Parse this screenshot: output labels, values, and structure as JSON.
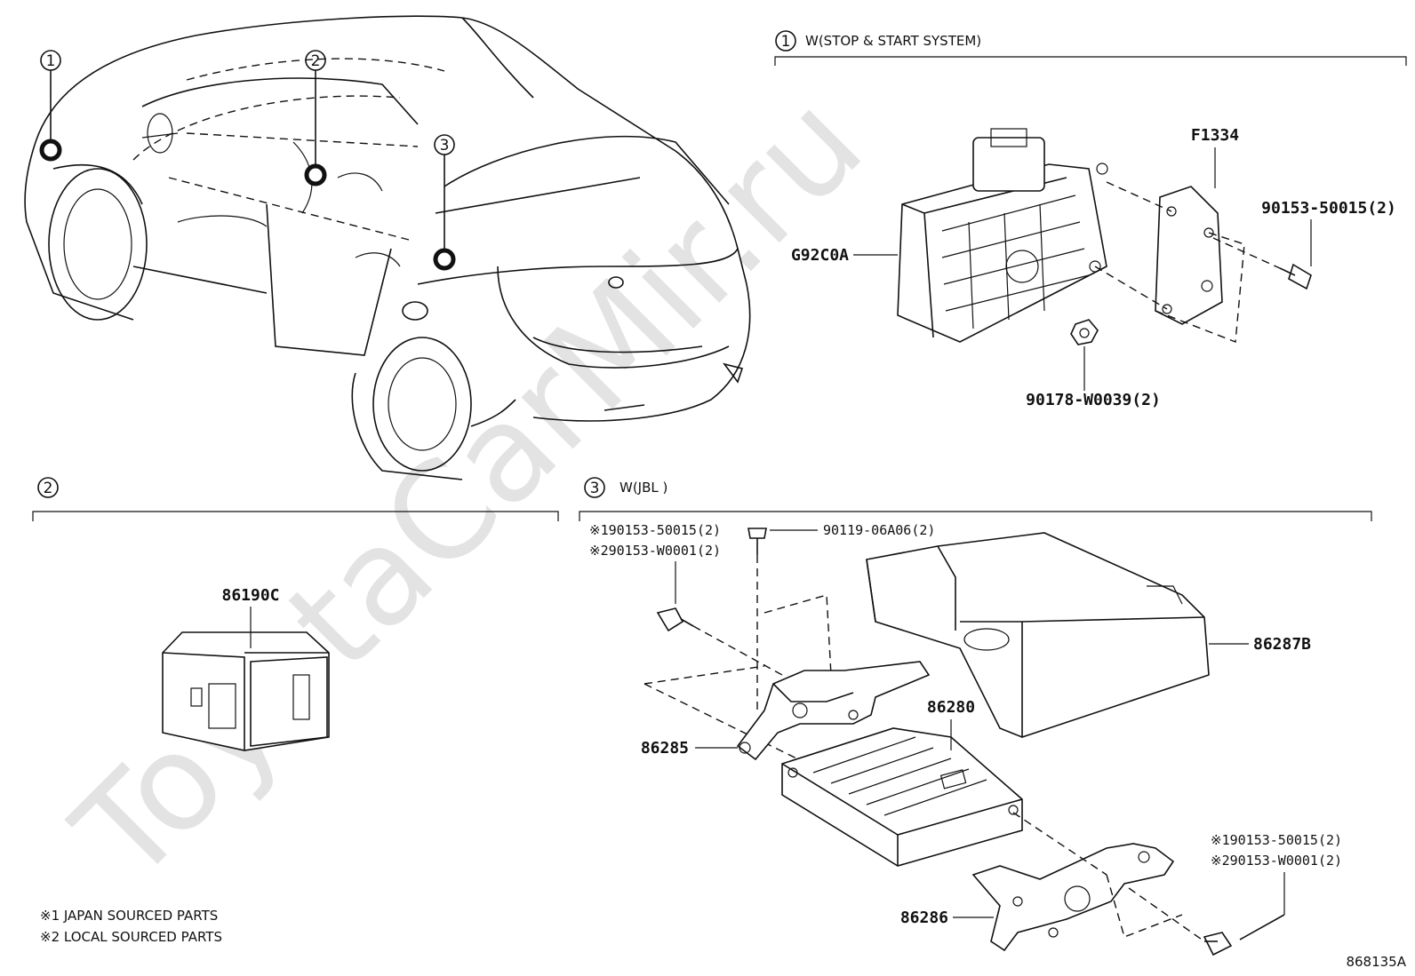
{
  "watermark": "ToyotaCarMir.ru",
  "sections": {
    "s1": {
      "num": "1",
      "title": "W(STOP & START SYSTEM)"
    },
    "s2": {
      "num": "2"
    },
    "s3": {
      "num": "3",
      "title": "W(JBL )"
    }
  },
  "car_markers": [
    "1",
    "2",
    "3"
  ],
  "parts": {
    "g92c0a": "G92C0A",
    "f1334": "F1334",
    "p90153_50015": "90153-50015(2)",
    "p90178": "90178-W0039(2)",
    "p86190c": "86190C",
    "p3_note1": "※190153-50015(2)",
    "p3_note2": "※290153-W0001(2)",
    "p90119": "90119-06A06(2)",
    "p86287b": "86287B",
    "p86280": "86280",
    "p86285": "86285",
    "p86286": "86286",
    "p3_bottom_note1": "※190153-50015(2)",
    "p3_bottom_note2": "※290153-W0001(2)"
  },
  "footnotes": {
    "n1": "※1 JAPAN SOURCED PARTS",
    "n2": "※2 LOCAL SOURCED PARTS"
  },
  "diagram_id": "868135A"
}
